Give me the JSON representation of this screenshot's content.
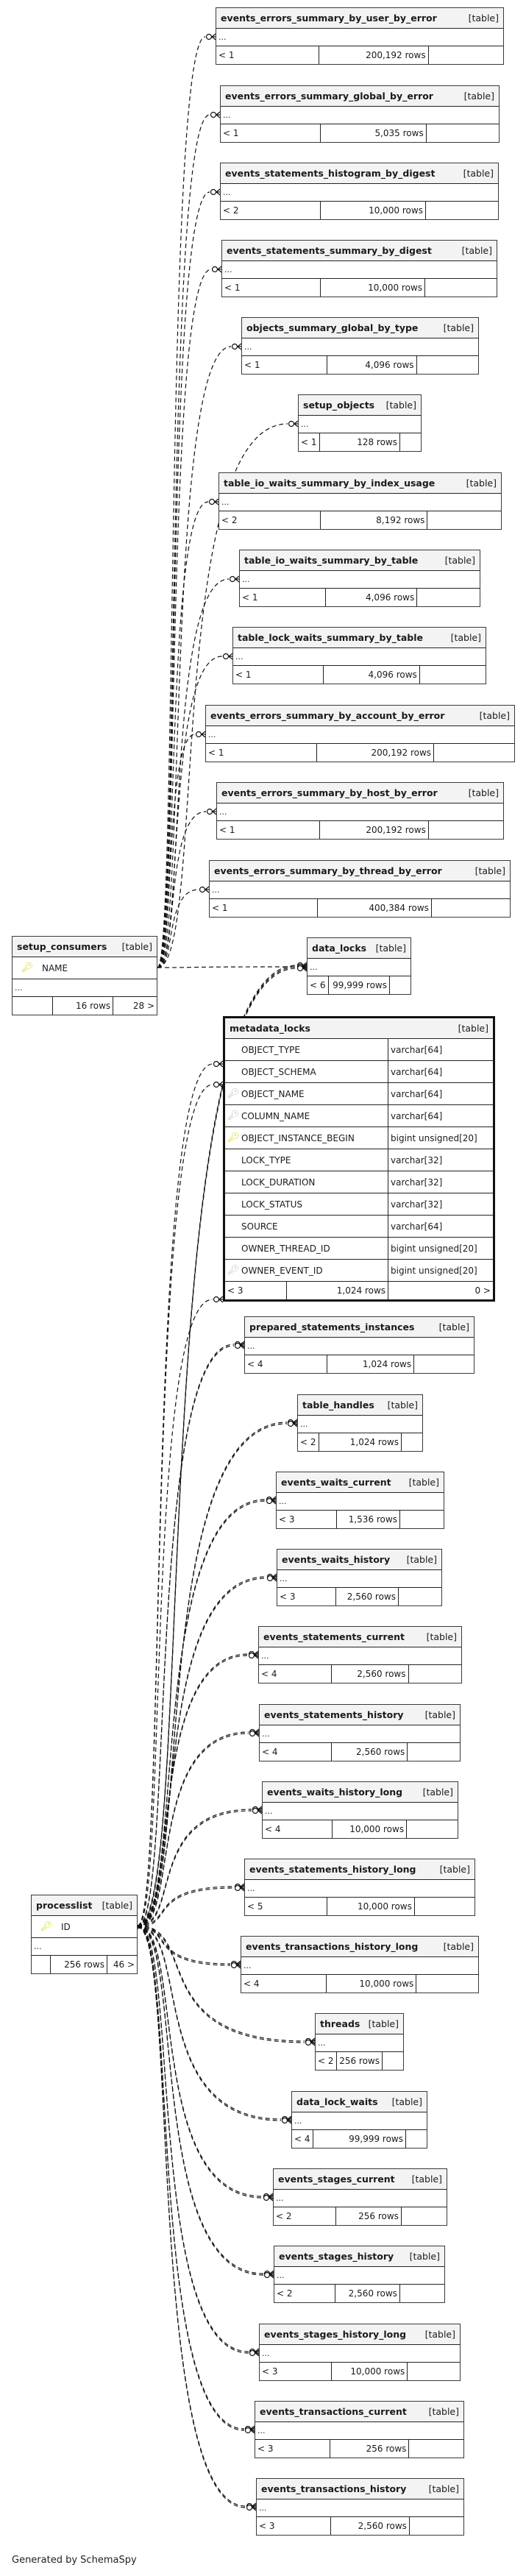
{
  "diagram": {
    "footer": "Generated by SchemaSpy",
    "ellipsis": "...",
    "kind_label": "[table]",
    "focus_table": {
      "name": "metadata_locks",
      "columns": [
        {
          "name": "OBJECT_TYPE",
          "type": "varchar[64]",
          "key": ""
        },
        {
          "name": "OBJECT_SCHEMA",
          "type": "varchar[64]",
          "key": ""
        },
        {
          "name": "OBJECT_NAME",
          "type": "varchar[64]",
          "key": "fk"
        },
        {
          "name": "COLUMN_NAME",
          "type": "varchar[64]",
          "key": "fk"
        },
        {
          "name": "OBJECT_INSTANCE_BEGIN",
          "type": "bigint unsigned[20]",
          "key": "pk"
        },
        {
          "name": "LOCK_TYPE",
          "type": "varchar[32]",
          "key": ""
        },
        {
          "name": "LOCK_DURATION",
          "type": "varchar[32]",
          "key": ""
        },
        {
          "name": "LOCK_STATUS",
          "type": "varchar[32]",
          "key": ""
        },
        {
          "name": "SOURCE",
          "type": "varchar[64]",
          "key": ""
        },
        {
          "name": "OWNER_THREAD_ID",
          "type": "bigint unsigned[20]",
          "key": ""
        },
        {
          "name": "OWNER_EVENT_ID",
          "type": "bigint unsigned[20]",
          "key": "fk"
        }
      ],
      "parents": "< 3",
      "rows": "1,024 rows",
      "children": "0 >"
    },
    "parent_tables": [
      {
        "name": "setup_consumers",
        "key_column": "NAME",
        "parents": "",
        "rows": "16 rows",
        "children": "28 >"
      },
      {
        "name": "processlist",
        "key_column": "ID",
        "parents": "",
        "rows": "256 rows",
        "children": "46 >"
      }
    ],
    "child_tables": [
      {
        "name": "events_errors_summary_by_user_by_error",
        "parents": "< 1",
        "rows": "200,192 rows",
        "children": ""
      },
      {
        "name": "events_errors_summary_global_by_error",
        "parents": "< 1",
        "rows": "5,035 rows",
        "children": ""
      },
      {
        "name": "events_statements_histogram_by_digest",
        "parents": "< 2",
        "rows": "10,000 rows",
        "children": ""
      },
      {
        "name": "events_statements_summary_by_digest",
        "parents": "< 1",
        "rows": "10,000 rows",
        "children": ""
      },
      {
        "name": "objects_summary_global_by_type",
        "parents": "< 1",
        "rows": "4,096 rows",
        "children": ""
      },
      {
        "name": "setup_objects",
        "parents": "< 1",
        "rows": "128 rows",
        "children": ""
      },
      {
        "name": "table_io_waits_summary_by_index_usage",
        "parents": "< 2",
        "rows": "8,192 rows",
        "children": ""
      },
      {
        "name": "table_io_waits_summary_by_table",
        "parents": "< 1",
        "rows": "4,096 rows",
        "children": ""
      },
      {
        "name": "table_lock_waits_summary_by_table",
        "parents": "< 1",
        "rows": "4,096 rows",
        "children": ""
      },
      {
        "name": "events_errors_summary_by_account_by_error",
        "parents": "< 1",
        "rows": "200,192 rows",
        "children": ""
      },
      {
        "name": "events_errors_summary_by_host_by_error",
        "parents": "< 1",
        "rows": "200,192 rows",
        "children": ""
      },
      {
        "name": "events_errors_summary_by_thread_by_error",
        "parents": "< 1",
        "rows": "400,384 rows",
        "children": ""
      },
      {
        "name": "data_locks",
        "parents": "< 6",
        "rows": "99,999 rows",
        "children": ""
      },
      {
        "name": "prepared_statements_instances",
        "parents": "< 4",
        "rows": "1,024 rows",
        "children": ""
      },
      {
        "name": "table_handles",
        "parents": "< 2",
        "rows": "1,024 rows",
        "children": ""
      },
      {
        "name": "events_waits_current",
        "parents": "< 3",
        "rows": "1,536 rows",
        "children": ""
      },
      {
        "name": "events_waits_history",
        "parents": "< 3",
        "rows": "2,560 rows",
        "children": ""
      },
      {
        "name": "events_statements_current",
        "parents": "< 4",
        "rows": "2,560 rows",
        "children": ""
      },
      {
        "name": "events_statements_history",
        "parents": "< 4",
        "rows": "2,560 rows",
        "children": ""
      },
      {
        "name": "events_waits_history_long",
        "parents": "< 4",
        "rows": "10,000 rows",
        "children": ""
      },
      {
        "name": "events_statements_history_long",
        "parents": "< 5",
        "rows": "10,000 rows",
        "children": ""
      },
      {
        "name": "events_transactions_history_long",
        "parents": "< 4",
        "rows": "10,000 rows",
        "children": ""
      },
      {
        "name": "threads",
        "parents": "< 2",
        "rows": "256 rows",
        "children": ""
      },
      {
        "name": "data_lock_waits",
        "parents": "< 4",
        "rows": "99,999 rows",
        "children": ""
      },
      {
        "name": "events_stages_current",
        "parents": "< 2",
        "rows": "256 rows",
        "children": ""
      },
      {
        "name": "events_stages_history",
        "parents": "< 2",
        "rows": "2,560 rows",
        "children": ""
      },
      {
        "name": "events_stages_history_long",
        "parents": "< 3",
        "rows": "10,000 rows",
        "children": ""
      },
      {
        "name": "events_transactions_current",
        "parents": "< 3",
        "rows": "256 rows",
        "children": ""
      },
      {
        "name": "events_transactions_history",
        "parents": "< 3",
        "rows": "2,560 rows",
        "children": ""
      }
    ]
  }
}
